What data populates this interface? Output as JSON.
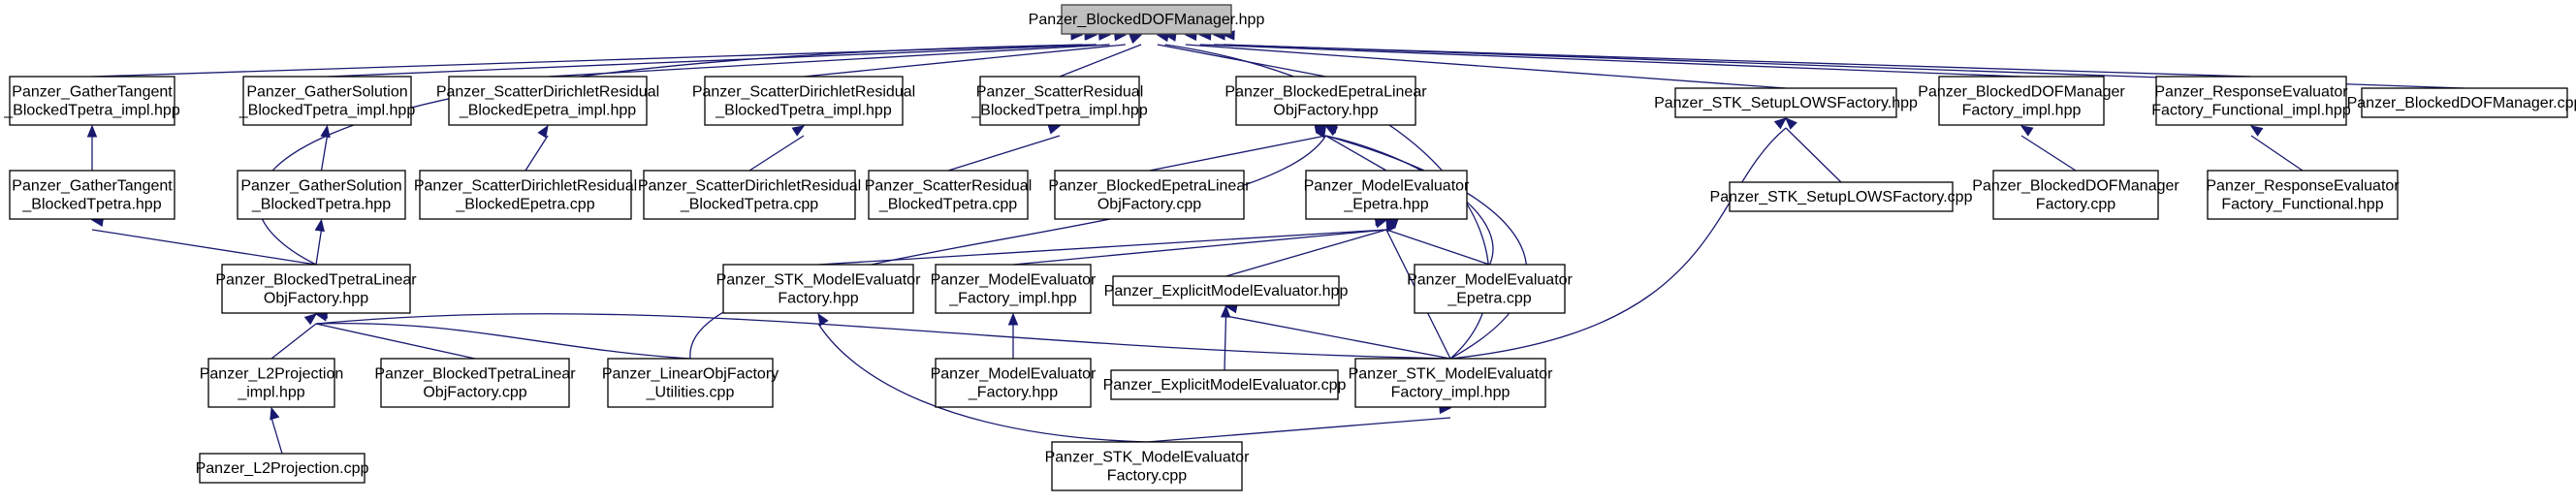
{
  "graph": {
    "nodes": [
      {
        "id": "root",
        "lines": [
          "Panzer_BlockedDOFManager.hpp"
        ],
        "root": true
      },
      {
        "id": "gtbt_impl",
        "lines": [
          "Panzer_GatherTangent",
          "_BlockedTpetra_impl.hpp"
        ]
      },
      {
        "id": "gsbt_impl",
        "lines": [
          "Panzer_GatherSolution",
          "_BlockedTpetra_impl.hpp"
        ]
      },
      {
        "id": "sdrbe_impl",
        "lines": [
          "Panzer_ScatterDirichletResidual",
          "_BlockedEpetra_impl.hpp"
        ]
      },
      {
        "id": "sdrbt_impl",
        "lines": [
          "Panzer_ScatterDirichletResidual",
          "_BlockedTpetra_impl.hpp"
        ]
      },
      {
        "id": "srbt_impl",
        "lines": [
          "Panzer_ScatterResidual",
          "_BlockedTpetra_impl.hpp"
        ]
      },
      {
        "id": "bel_hpp",
        "lines": [
          "Panzer_BlockedEpetraLinear",
          "ObjFactory.hpp"
        ]
      },
      {
        "id": "slows_hpp",
        "lines": [
          "Panzer_STK_SetupLOWSFactory.hpp"
        ]
      },
      {
        "id": "bdofmf_impl",
        "lines": [
          "Panzer_BlockedDOFManager",
          "Factory_impl.hpp"
        ]
      },
      {
        "id": "ref_impl",
        "lines": [
          "Panzer_ResponseEvaluator",
          "Factory_Functional_impl.hpp"
        ]
      },
      {
        "id": "bdofm_cpp",
        "lines": [
          "Panzer_BlockedDOFManager.cpp"
        ]
      },
      {
        "id": "gtbt_hpp",
        "lines": [
          "Panzer_GatherTangent",
          "_BlockedTpetra.hpp"
        ]
      },
      {
        "id": "gsbt_hpp",
        "lines": [
          "Panzer_GatherSolution",
          "_BlockedTpetra.hpp"
        ]
      },
      {
        "id": "sdrbe_cpp",
        "lines": [
          "Panzer_ScatterDirichletResidual",
          "_BlockedEpetra.cpp"
        ]
      },
      {
        "id": "sdrbt_cpp",
        "lines": [
          "Panzer_ScatterDirichletResidual",
          "_BlockedTpetra.cpp"
        ]
      },
      {
        "id": "srbt_cpp",
        "lines": [
          "Panzer_ScatterResidual",
          "_BlockedTpetra.cpp"
        ]
      },
      {
        "id": "bel_cpp",
        "lines": [
          "Panzer_BlockedEpetraLinear",
          "ObjFactory.cpp"
        ]
      },
      {
        "id": "me_epetra_hpp",
        "lines": [
          "Panzer_ModelEvaluator",
          "_Epetra.hpp"
        ]
      },
      {
        "id": "slows_cpp",
        "lines": [
          "Panzer_STK_SetupLOWSFactory.cpp"
        ]
      },
      {
        "id": "bdofmf_cpp",
        "lines": [
          "Panzer_BlockedDOFManager",
          "Factory.cpp"
        ]
      },
      {
        "id": "ref_hpp",
        "lines": [
          "Panzer_ResponseEvaluator",
          "Factory_Functional.hpp"
        ]
      },
      {
        "id": "btl_hpp",
        "lines": [
          "Panzer_BlockedTpetraLinear",
          "ObjFactory.hpp"
        ]
      },
      {
        "id": "stkmef_hpp",
        "lines": [
          "Panzer_STK_ModelEvaluator",
          "Factory.hpp"
        ]
      },
      {
        "id": "mef_impl",
        "lines": [
          "Panzer_ModelEvaluator",
          "_Factory_impl.hpp"
        ]
      },
      {
        "id": "eme_hpp",
        "lines": [
          "Panzer_ExplicitModelEvaluator.hpp"
        ]
      },
      {
        "id": "me_epetra_cpp",
        "lines": [
          "Panzer_ModelEvaluator",
          "_Epetra.cpp"
        ]
      },
      {
        "id": "l2p_impl",
        "lines": [
          "Panzer_L2Projection",
          "_impl.hpp"
        ]
      },
      {
        "id": "btl_cpp",
        "lines": [
          "Panzer_BlockedTpetraLinear",
          "ObjFactory.cpp"
        ]
      },
      {
        "id": "lofu_cpp",
        "lines": [
          "Panzer_LinearObjFactory",
          "_Utilities.cpp"
        ]
      },
      {
        "id": "mef_hpp",
        "lines": [
          "Panzer_ModelEvaluator",
          "_Factory.hpp"
        ]
      },
      {
        "id": "eme_cpp",
        "lines": [
          "Panzer_ExplicitModelEvaluator.cpp"
        ]
      },
      {
        "id": "stkmef_impl",
        "lines": [
          "Panzer_STK_ModelEvaluator",
          "Factory_impl.hpp"
        ]
      },
      {
        "id": "l2p_cpp",
        "lines": [
          "Panzer_L2Projection.cpp"
        ]
      },
      {
        "id": "stkmef_cpp",
        "lines": [
          "Panzer_STK_ModelEvaluator",
          "Factory.cpp"
        ]
      }
    ],
    "edges": [
      {
        "from": "gtbt_impl",
        "to": "root"
      },
      {
        "from": "gsbt_impl",
        "to": "root"
      },
      {
        "from": "sdrbe_impl",
        "to": "root"
      },
      {
        "from": "sdrbt_impl",
        "to": "root"
      },
      {
        "from": "srbt_impl",
        "to": "root"
      },
      {
        "from": "bel_hpp",
        "to": "root"
      },
      {
        "from": "slows_hpp",
        "to": "root"
      },
      {
        "from": "bdofmf_impl",
        "to": "root"
      },
      {
        "from": "ref_impl",
        "to": "root"
      },
      {
        "from": "bdofm_cpp",
        "to": "root"
      },
      {
        "from": "btl_hpp",
        "to": "root"
      },
      {
        "from": "stkmef_impl",
        "to": "root"
      },
      {
        "from": "gtbt_hpp",
        "to": "gtbt_impl"
      },
      {
        "from": "gsbt_hpp",
        "to": "gsbt_impl"
      },
      {
        "from": "sdrbe_cpp",
        "to": "sdrbe_impl"
      },
      {
        "from": "sdrbt_cpp",
        "to": "sdrbt_impl"
      },
      {
        "from": "srbt_cpp",
        "to": "srbt_impl"
      },
      {
        "from": "bel_cpp",
        "to": "bel_hpp"
      },
      {
        "from": "me_epetra_hpp",
        "to": "bel_hpp"
      },
      {
        "from": "lofu_cpp",
        "to": "bel_hpp"
      },
      {
        "from": "me_epetra_cpp",
        "to": "bel_hpp"
      },
      {
        "from": "stkmef_impl",
        "to": "bel_hpp"
      },
      {
        "from": "slows_cpp",
        "to": "slows_hpp"
      },
      {
        "from": "stkmef_impl",
        "to": "slows_hpp"
      },
      {
        "from": "bdofmf_cpp",
        "to": "bdofmf_impl"
      },
      {
        "from": "ref_hpp",
        "to": "ref_impl"
      },
      {
        "from": "btl_hpp",
        "to": "gtbt_hpp"
      },
      {
        "from": "btl_hpp",
        "to": "gsbt_hpp"
      },
      {
        "from": "stkmef_hpp",
        "to": "me_epetra_hpp"
      },
      {
        "from": "mef_impl",
        "to": "me_epetra_hpp"
      },
      {
        "from": "eme_hpp",
        "to": "me_epetra_hpp"
      },
      {
        "from": "me_epetra_cpp",
        "to": "me_epetra_hpp"
      },
      {
        "from": "stkmef_impl",
        "to": "me_epetra_hpp"
      },
      {
        "from": "l2p_impl",
        "to": "btl_hpp"
      },
      {
        "from": "btl_cpp",
        "to": "btl_hpp"
      },
      {
        "from": "lofu_cpp",
        "to": "btl_hpp"
      },
      {
        "from": "stkmef_impl",
        "to": "btl_hpp"
      },
      {
        "from": "stkmef_cpp",
        "to": "stkmef_hpp"
      },
      {
        "from": "mef_hpp",
        "to": "mef_impl"
      },
      {
        "from": "eme_cpp",
        "to": "eme_hpp"
      },
      {
        "from": "stkmef_impl",
        "to": "eme_hpp"
      },
      {
        "from": "l2p_cpp",
        "to": "l2p_impl"
      },
      {
        "from": "stkmef_cpp",
        "to": "stkmef_impl"
      }
    ]
  }
}
